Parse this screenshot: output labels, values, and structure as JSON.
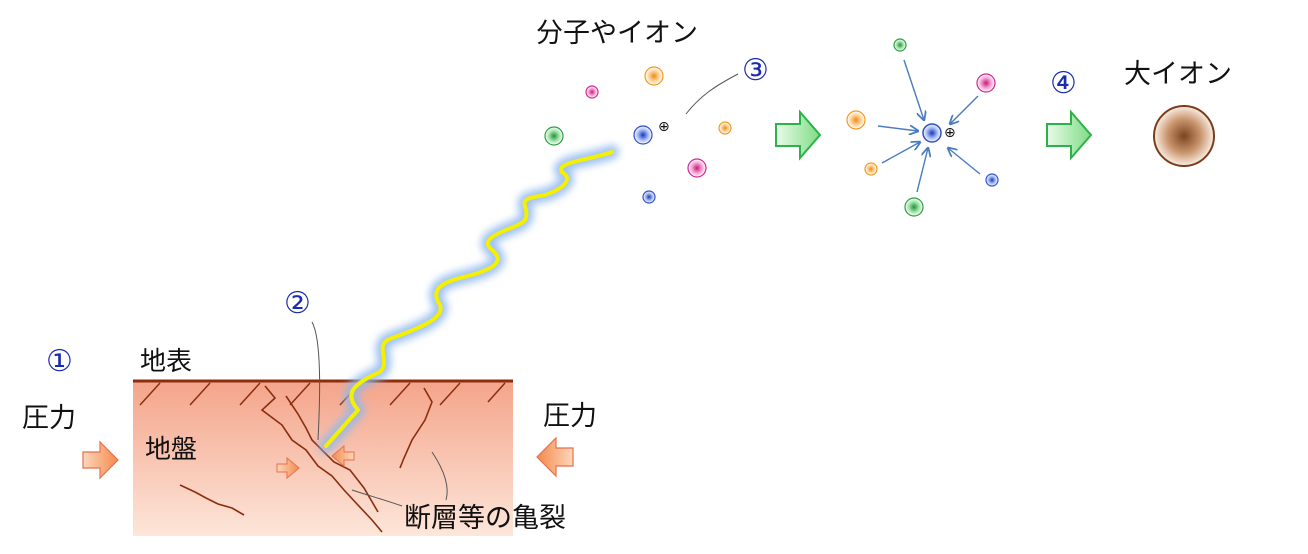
{
  "labels": {
    "step1": "①",
    "step2": "②",
    "step3": "③",
    "step4": "④",
    "ground_surface": "地表",
    "ground": "地盤",
    "pressure_left": "圧力",
    "pressure_right": "圧力",
    "fault_cracks": "断層等の亀裂",
    "molecules_ions": "分子やイオン",
    "large_ion": "大イオン",
    "plus_sign_1": "⊕",
    "plus_sign_2": "⊕"
  },
  "colors": {
    "step_number": "#1a2bb0",
    "ground_top": "#f4a48a",
    "ground_bottom": "#fde3d6",
    "surface_line": "#8b2e0e",
    "crack": "#8b2e0e",
    "pressure_arrow": "#f0884c",
    "discharge": "#f4f000",
    "discharge_glow": "#8fb8ee",
    "flow_arrow": "#2db24a",
    "attraction_arrow": "#4a7bc0",
    "large_ion": "#7a3c1c",
    "particle_blue": "#3050c8",
    "particle_green": "#2aa040",
    "particle_orange": "#f09a20",
    "particle_magenta": "#d02890"
  }
}
